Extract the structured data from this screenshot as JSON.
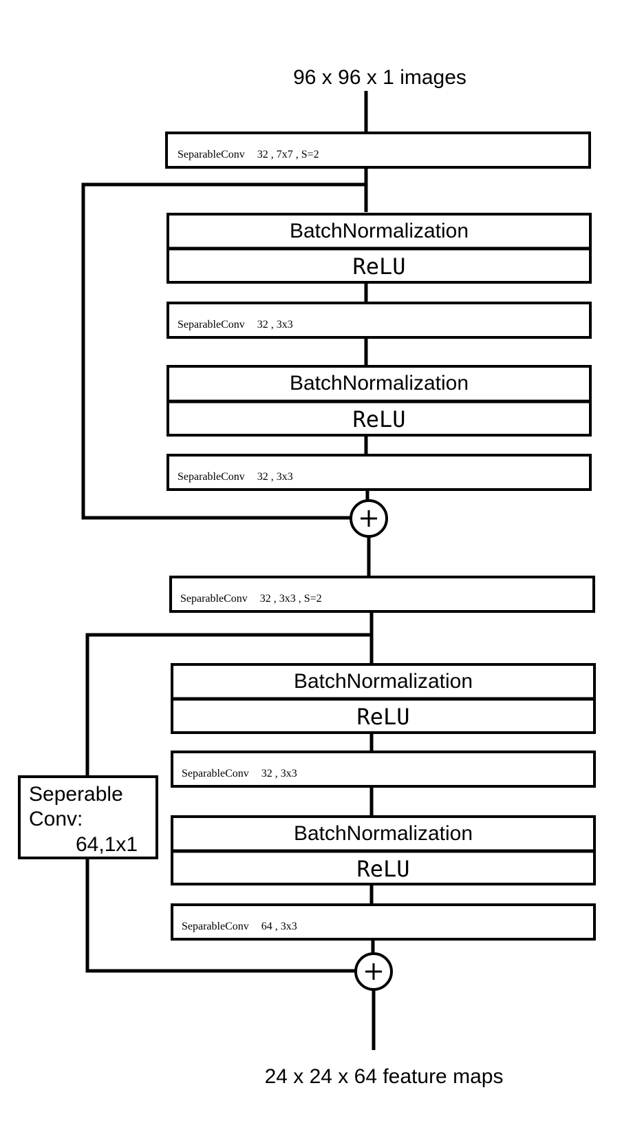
{
  "input_label": "96 x 96 x 1  images",
  "output_label": "24 x 24 x 64 feature maps",
  "stem": {
    "name": "SeparableConv",
    "params": "32 ,  7x7 , S=2"
  },
  "block1": {
    "bn1": "BatchNormalization",
    "relu1": "ReLU",
    "conv1": {
      "name": "SeparableConv",
      "params": "32 , 3x3"
    },
    "bn2": "BatchNormalization",
    "relu2": "ReLU",
    "conv2": {
      "name": "SeparableConv",
      "params": "32 , 3x3"
    }
  },
  "downsample": {
    "name": "SeparableConv",
    "params": "32 , 3x3 , S=2"
  },
  "block2": {
    "bn1": "BatchNormalization",
    "relu1": "ReLU",
    "conv1": {
      "name": "SeparableConv",
      "params": "32 , 3x3"
    },
    "bn2": "BatchNormalization",
    "relu2": "ReLU",
    "conv2": {
      "name": "SeparableConv",
      "params": "64 , 3x3"
    }
  },
  "shortcut_conv": {
    "line1": "Seperable",
    "line2": "Conv:",
    "line3": "64,1x1"
  },
  "add_symbol": "+"
}
